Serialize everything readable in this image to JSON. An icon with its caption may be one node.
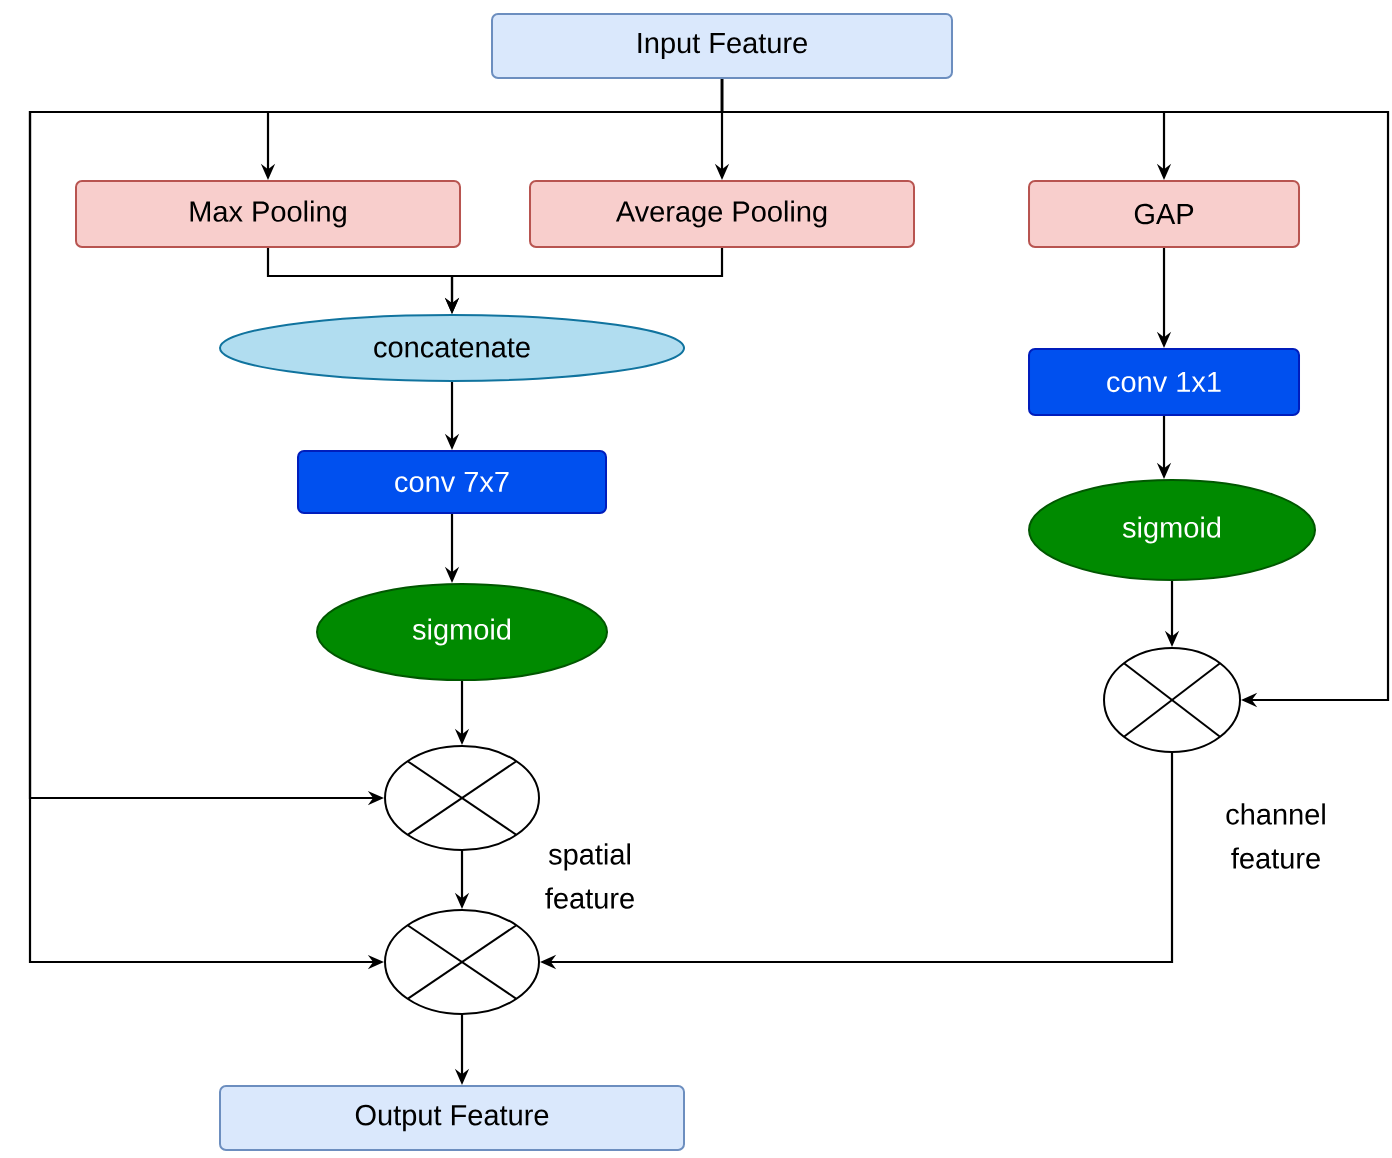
{
  "diagram": {
    "nodes": [
      {
        "text": [
          "Input Feature"
        ]
      },
      {
        "text": [
          "Max Pooling"
        ]
      },
      {
        "text": [
          "Average Pooling"
        ]
      },
      {
        "text": [
          "GAP"
        ]
      },
      {
        "text": [
          "concatenate"
        ]
      },
      {
        "text": [
          "conv 7x7"
        ]
      },
      {
        "text": [
          "sigmoid"
        ]
      },
      {
        "text": [],
        "shape": "circle"
      },
      {
        "text": [],
        "shape": "circle"
      },
      {
        "text": [
          "Output Feature"
        ]
      },
      {
        "text": [
          "conv 1x1"
        ]
      },
      {
        "text": [
          "sigmoid"
        ]
      },
      {
        "text": [],
        "shape": "circle"
      }
    ],
    "edges": [
      {
        "from": 0,
        "to": 1,
        "arrow": "to"
      },
      {
        "from": 0,
        "to": 2,
        "arrow": "to"
      },
      {
        "from": 0,
        "to": 3,
        "arrow": "to"
      },
      {
        "from": 0,
        "to": 7,
        "arrow": "to"
      },
      {
        "from": 0,
        "to": 8,
        "arrow": "to"
      },
      {
        "from": 0,
        "to": 12,
        "arrow": "to"
      },
      {
        "from": 1,
        "to": 4,
        "arrow": "to"
      },
      {
        "from": 2,
        "to": 4,
        "arrow": "to"
      },
      {
        "from": 4,
        "to": 5,
        "arrow": "to"
      },
      {
        "from": 5,
        "to": 6,
        "arrow": "to"
      },
      {
        "from": 6,
        "to": 7,
        "arrow": "to"
      },
      {
        "from": 7,
        "to": 8,
        "arrow": "to",
        "label": "spatial feature"
      },
      {
        "from": 8,
        "to": 9,
        "arrow": "to"
      },
      {
        "from": 3,
        "to": 10,
        "arrow": "to"
      },
      {
        "from": 10,
        "to": 11,
        "arrow": "to"
      },
      {
        "from": 11,
        "to": 12,
        "arrow": "to"
      },
      {
        "from": 12,
        "to": 8,
        "arrow": "to",
        "label": "channel feature"
      }
    ]
  }
}
